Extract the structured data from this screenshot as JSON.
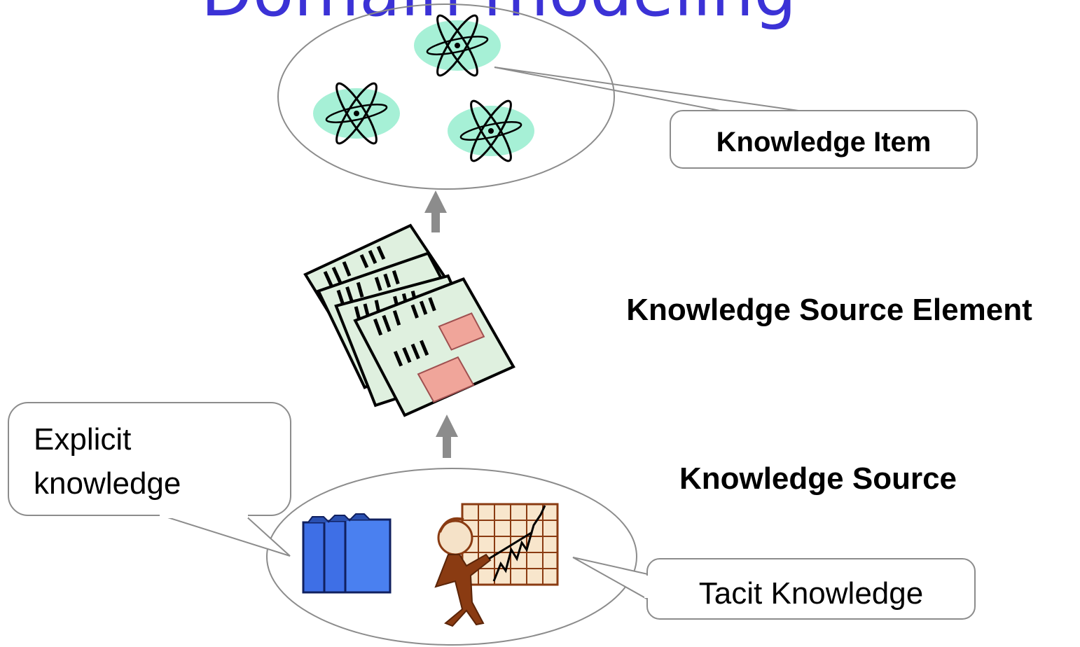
{
  "slide": {
    "title": "Domain modeling",
    "title_color": "#3b32d6"
  },
  "labels": {
    "knowledge_item": "Knowledge Item",
    "knowledge_source_element": "Knowledge Source Element",
    "knowledge_source": "Knowledge Source",
    "explicit_line1": "Explicit",
    "explicit_line2": "knowledge",
    "tacit": "Tacit Knowledge"
  },
  "icons": {
    "atom": "atom-icon",
    "documents": "newspaper-stack-icon",
    "binders": "binders-icon",
    "presenter": "presenter-chart-icon",
    "arrow": "arrow-up-icon"
  },
  "colors": {
    "atom_fill": "#a6f0d6",
    "outline": "#8c8c8c",
    "arrow": "#8c8c8c",
    "binder_blue": "#3e6fe6",
    "paper_green": "#dff0df",
    "paper_pink": "#f0a59a",
    "person_brown": "#8a3b12",
    "chart_bg": "#f8e6cc"
  }
}
